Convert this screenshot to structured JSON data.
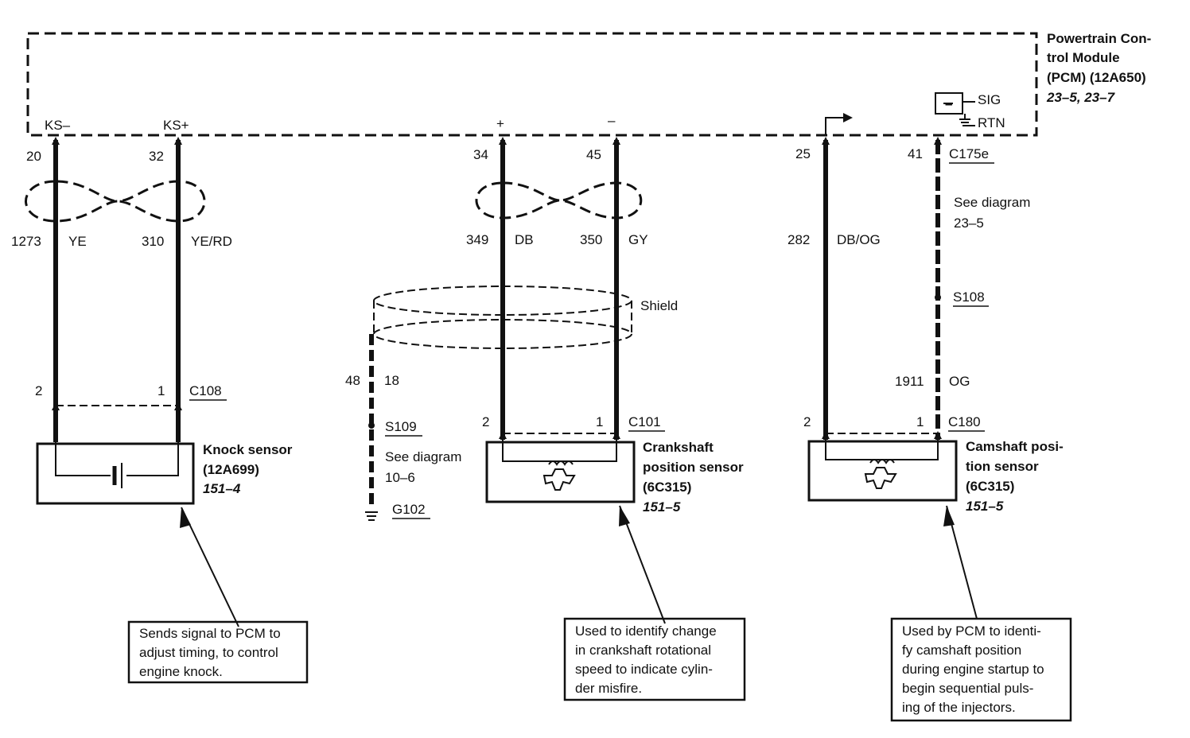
{
  "pcm": {
    "name_line1": "Powertrain Con-",
    "name_line2": "trol Module",
    "name_line3": "(PCM) (12A650)",
    "refs": "23–5, 23–7",
    "pins": {
      "ks_minus": "KS–",
      "ks_plus": "KS+",
      "plus": "+",
      "minus": "–",
      "sig": "SIG",
      "rtn": "RTN",
      "rtn_minus": "–"
    }
  },
  "knock": {
    "pin_left": "20",
    "pin_right": "32",
    "circuit_left": "1273",
    "color_left": "YE",
    "circuit_right": "310",
    "color_right": "YE/RD",
    "conn_left": "2",
    "conn_right": "1",
    "connector": "C108",
    "title_line1": "Knock sensor",
    "title_line2": "(12A699)",
    "ref": "151–4",
    "note": [
      "Sends signal to PCM to",
      "adjust timing, to control",
      "engine knock."
    ]
  },
  "crank": {
    "pin_left": "34",
    "pin_right": "45",
    "circuit_left": "349",
    "color_left": "DB",
    "circuit_right": "350",
    "color_right": "GY",
    "shield": "Shield",
    "drain_circuit": "48",
    "drain_pin": "18",
    "splice": "S109",
    "see_line1": "See diagram",
    "see_line2": "10–6",
    "ground": "G102",
    "conn_left": "2",
    "conn_right": "1",
    "connector": "C101",
    "title_line1": "Crankshaft",
    "title_line2": "position sensor",
    "title_line3": "(6C315)",
    "ref": "151–5",
    "note": [
      "Used to identify change",
      "in crankshaft rotational",
      "speed to indicate cylin-",
      "der misfire."
    ]
  },
  "cam": {
    "pin_left": "25",
    "pin_right": "41",
    "connector_top": "C175e",
    "circuit_left": "282",
    "color_left": "DB/OG",
    "see_line1": "See diagram",
    "see_line2": "23–5",
    "splice": "S108",
    "circuit_right": "1911",
    "color_right": "OG",
    "conn_left": "2",
    "conn_right": "1",
    "connector": "C180",
    "title_line1": "Camshaft posi-",
    "title_line2": "tion sensor",
    "title_line3": "(6C315)",
    "ref": "151–5",
    "note": [
      "Used by PCM to identi-",
      "fy camshaft position",
      "during engine startup to",
      "begin sequential puls-",
      "ing of the injectors."
    ]
  }
}
